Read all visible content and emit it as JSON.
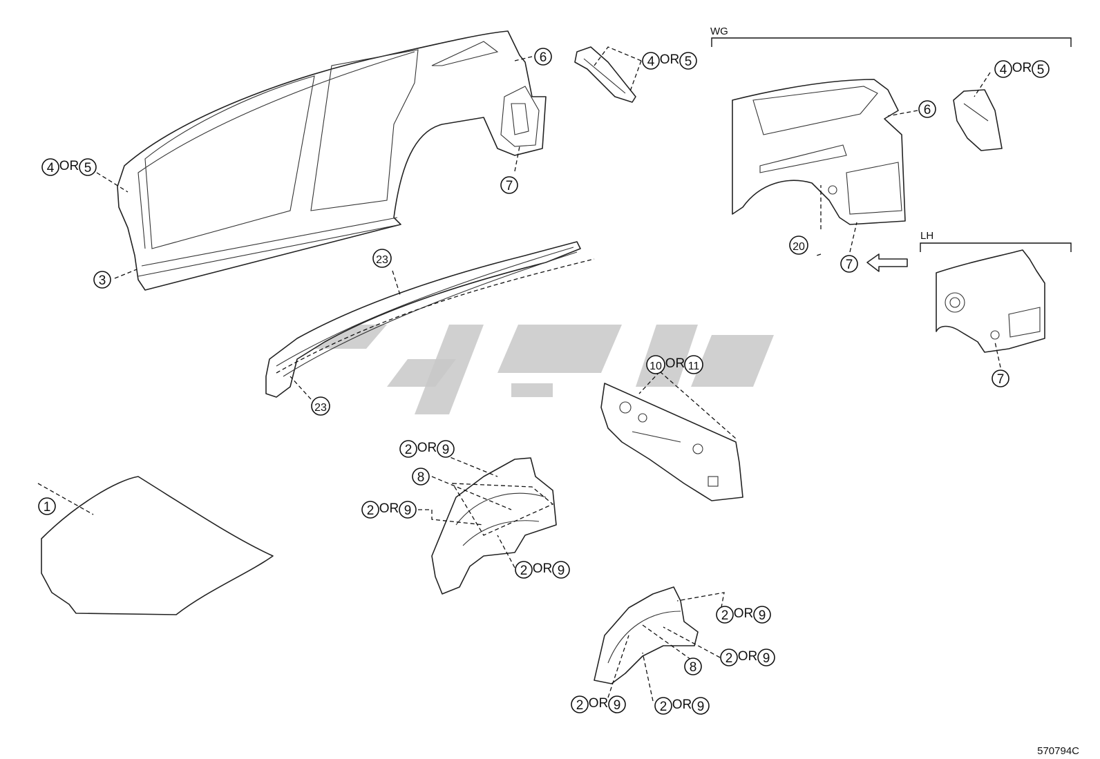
{
  "diagram": {
    "figure_id": "570794C",
    "group_labels": {
      "wg": "WG",
      "lh": "LH"
    },
    "or_text": "OR",
    "callout_numbers": {
      "n1": "1",
      "n2": "2",
      "n3": "3",
      "n4": "4",
      "n5": "5",
      "n6": "6",
      "n7": "7",
      "n8": "8",
      "n9": "9",
      "n10": "10",
      "n11": "11",
      "n20": "20",
      "n23": "23"
    }
  }
}
